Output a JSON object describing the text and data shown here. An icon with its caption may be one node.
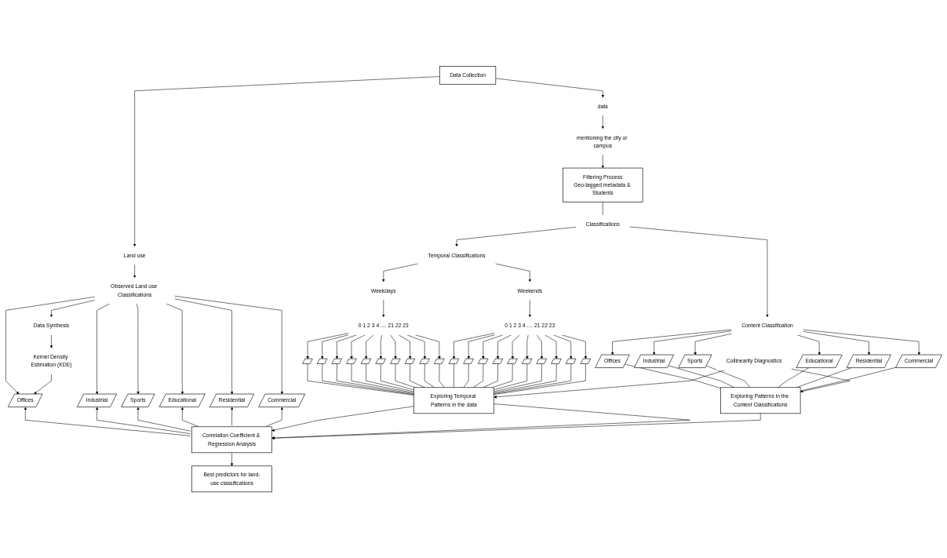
{
  "diagram": {
    "nodes": [
      {
        "text": [
          "Data Collection"
        ]
      },
      {
        "text": [
          "data"
        ]
      },
      {
        "text": [
          "mentioning the city or campus"
        ]
      },
      {
        "text": [
          "Filtering Process",
          "Geo-tagged metadata & Students"
        ]
      },
      {
        "text": [
          "Classifications"
        ]
      },
      {
        "text": [
          "Land use"
        ]
      },
      {
        "text": [
          "Observed Land use Classifications"
        ]
      },
      {
        "text": [
          "Temporal Classifications"
        ]
      },
      {
        "text": [
          "Data Synthesis"
        ]
      },
      {
        "text": [
          "Weekdays"
        ]
      },
      {
        "text": [
          "Weekends"
        ]
      },
      {
        "text": [
          "Content Classification"
        ]
      },
      {
        "text": [
          "0 1 2 3 4 .... 21 22 23"
        ]
      },
      {
        "text": [
          "0 1 2 3 4 .... 21 22 23"
        ]
      },
      {
        "text": [
          "Kernel Density Estimation (KDE)"
        ]
      },
      {
        "text": [
          "Offices"
        ]
      },
      {
        "text": [
          "Industrial"
        ]
      },
      {
        "text": [
          "Sports"
        ]
      },
      {
        "text": [
          "Educational"
        ]
      },
      {
        "text": [
          "Residential"
        ]
      },
      {
        "text": [
          "Commercial"
        ]
      },
      {
        "text": [],
        "shape": "parallelogram"
      },
      {
        "text": [],
        "shape": "parallelogram"
      },
      {
        "text": [],
        "shape": "parallelogram"
      },
      {
        "text": [],
        "shape": "parallelogram"
      },
      {
        "text": [],
        "shape": "parallelogram"
      },
      {
        "text": [],
        "shape": "parallelogram"
      },
      {
        "text": [],
        "shape": "parallelogram"
      },
      {
        "text": [],
        "shape": "parallelogram"
      },
      {
        "text": [],
        "shape": "parallelogram"
      },
      {
        "text": [],
        "shape": "parallelogram"
      },
      {
        "text": [],
        "shape": "parallelogram"
      },
      {
        "text": [],
        "shape": "parallelogram"
      },
      {
        "text": [],
        "shape": "parallelogram"
      },
      {
        "text": [],
        "shape": "parallelogram"
      },
      {
        "text": [],
        "shape": "parallelogram"
      },
      {
        "text": [],
        "shape": "parallelogram"
      },
      {
        "text": [],
        "shape": "parallelogram"
      },
      {
        "text": [],
        "shape": "parallelogram"
      },
      {
        "text": [],
        "shape": "parallelogram"
      },
      {
        "text": [],
        "shape": "parallelogram"
      },
      {
        "text": [
          "Offices"
        ]
      },
      {
        "text": [
          "Industrial"
        ]
      },
      {
        "text": [
          "Sports"
        ]
      },
      {
        "text": [
          "Educational"
        ]
      },
      {
        "text": [
          "Residential"
        ]
      },
      {
        "text": [
          "Commercial"
        ]
      },
      {
        "text": [
          "Exploring Temporal Patterns in the data"
        ]
      },
      {
        "text": [
          "Collinearity Diagnostics"
        ]
      },
      {
        "text": [
          "Exploring Patterns in the Content Classifications"
        ]
      },
      {
        "text": [
          "Correlation Coefficient & Regression Analysis"
        ]
      },
      {
        "text": [
          "Best predictors for land-use classifications"
        ]
      }
    ],
    "edges": [
      {
        "from": 0,
        "to": 1,
        "arrow": "to"
      },
      {
        "from": 1,
        "to": 2,
        "arrow": "to"
      },
      {
        "from": 2,
        "to": 3,
        "arrow": "to"
      },
      {
        "from": 3,
        "to": 4,
        "arrow": "none"
      },
      {
        "from": 4,
        "to": 7,
        "arrow": "to"
      },
      {
        "from": 4,
        "to": 11,
        "arrow": "to"
      },
      {
        "from": 0,
        "to": 5,
        "arrow": "to"
      },
      {
        "from": 5,
        "to": 6,
        "arrow": "to"
      },
      {
        "from": 7,
        "to": 9,
        "arrow": "to"
      },
      {
        "from": 7,
        "to": 10,
        "arrow": "to"
      },
      {
        "from": 9,
        "to": 12,
        "arrow": "to"
      },
      {
        "from": 10,
        "to": 13,
        "arrow": "to"
      },
      {
        "from": 6,
        "to": 8,
        "arrow": "to"
      },
      {
        "from": 6,
        "to": 15,
        "arrow": "to"
      },
      {
        "from": 6,
        "to": 16,
        "arrow": "to"
      },
      {
        "from": 6,
        "to": 17,
        "arrow": "to"
      },
      {
        "from": 6,
        "to": 18,
        "arrow": "to"
      },
      {
        "from": 6,
        "to": 19,
        "arrow": "to"
      },
      {
        "from": 6,
        "to": 20,
        "arrow": "to"
      },
      {
        "from": 11,
        "to": 41,
        "arrow": "to"
      },
      {
        "from": 11,
        "to": 42,
        "arrow": "to"
      },
      {
        "from": 11,
        "to": 43,
        "arrow": "to"
      },
      {
        "from": 11,
        "to": 44,
        "arrow": "to"
      },
      {
        "from": 11,
        "to": 45,
        "arrow": "to"
      },
      {
        "from": 11,
        "to": 46,
        "arrow": "to"
      },
      {
        "from": 12,
        "to": 21,
        "arrow": "to"
      },
      {
        "from": 12,
        "to": 22,
        "arrow": "to"
      },
      {
        "from": 12,
        "to": 23,
        "arrow": "to"
      },
      {
        "from": 12,
        "to": 24,
        "arrow": "to"
      },
      {
        "from": 12,
        "to": 25,
        "arrow": "to"
      },
      {
        "from": 12,
        "to": 26,
        "arrow": "to"
      },
      {
        "from": 12,
        "to": 27,
        "arrow": "to"
      },
      {
        "from": 12,
        "to": 28,
        "arrow": "to"
      },
      {
        "from": 12,
        "to": 29,
        "arrow": "to"
      },
      {
        "from": 12,
        "to": 30,
        "arrow": "to"
      },
      {
        "from": 13,
        "to": 31,
        "arrow": "to"
      },
      {
        "from": 13,
        "to": 32,
        "arrow": "to"
      },
      {
        "from": 13,
        "to": 33,
        "arrow": "to"
      },
      {
        "from": 13,
        "to": 34,
        "arrow": "to"
      },
      {
        "from": 13,
        "to": 35,
        "arrow": "to"
      },
      {
        "from": 13,
        "to": 36,
        "arrow": "to"
      },
      {
        "from": 13,
        "to": 37,
        "arrow": "to"
      },
      {
        "from": 13,
        "to": 38,
        "arrow": "to"
      },
      {
        "from": 13,
        "to": 39,
        "arrow": "to"
      },
      {
        "from": 13,
        "to": 40,
        "arrow": "to"
      },
      {
        "from": 8,
        "to": 14,
        "arrow": "to"
      },
      {
        "from": 14,
        "to": 15,
        "arrow": "to"
      },
      {
        "from": 50,
        "to": 15,
        "arrow": "to"
      },
      {
        "from": 50,
        "to": 16,
        "arrow": "to"
      },
      {
        "from": 50,
        "to": 17,
        "arrow": "to"
      },
      {
        "from": 50,
        "to": 18,
        "arrow": "to"
      },
      {
        "from": 50,
        "to": 19,
        "arrow": "to"
      },
      {
        "from": 50,
        "to": 20,
        "arrow": "to"
      },
      {
        "from": 21,
        "to": 47,
        "arrow": "none"
      },
      {
        "from": 22,
        "to": 47,
        "arrow": "none"
      },
      {
        "from": 23,
        "to": 47,
        "arrow": "none"
      },
      {
        "from": 24,
        "to": 47,
        "arrow": "none"
      },
      {
        "from": 25,
        "to": 47,
        "arrow": "none"
      },
      {
        "from": 26,
        "to": 47,
        "arrow": "none"
      },
      {
        "from": 27,
        "to": 47,
        "arrow": "none"
      },
      {
        "from": 28,
        "to": 47,
        "arrow": "none"
      },
      {
        "from": 29,
        "to": 47,
        "arrow": "none"
      },
      {
        "from": 30,
        "to": 47,
        "arrow": "none"
      },
      {
        "from": 31,
        "to": 47,
        "arrow": "none"
      },
      {
        "from": 32,
        "to": 47,
        "arrow": "none"
      },
      {
        "from": 33,
        "to": 47,
        "arrow": "none"
      },
      {
        "from": 34,
        "to": 47,
        "arrow": "none"
      },
      {
        "from": 35,
        "to": 47,
        "arrow": "none"
      },
      {
        "from": 36,
        "to": 47,
        "arrow": "none"
      },
      {
        "from": 37,
        "to": 47,
        "arrow": "none"
      },
      {
        "from": 38,
        "to": 47,
        "arrow": "none"
      },
      {
        "from": 39,
        "to": 47,
        "arrow": "none"
      },
      {
        "from": 40,
        "to": 47,
        "arrow": "none"
      },
      {
        "from": 41,
        "to": 49,
        "arrow": "none"
      },
      {
        "from": 42,
        "to": 49,
        "arrow": "none"
      },
      {
        "from": 43,
        "to": 49,
        "arrow": "none"
      },
      {
        "from": 44,
        "to": 49,
        "arrow": "none"
      },
      {
        "from": 45,
        "to": 49,
        "arrow": "none"
      },
      {
        "from": 46,
        "to": 49,
        "arrow": "none"
      },
      {
        "from": 48,
        "to": 47,
        "arrow": "to"
      },
      {
        "from": 48,
        "to": 49,
        "arrow": "to"
      },
      {
        "from": 47,
        "to": 50,
        "arrow": "to"
      },
      {
        "from": 47,
        "to": 50,
        "arrow": "to"
      },
      {
        "from": 49,
        "to": 50,
        "arrow": "to"
      },
      {
        "from": 50,
        "to": 51,
        "arrow": "to"
      }
    ]
  }
}
